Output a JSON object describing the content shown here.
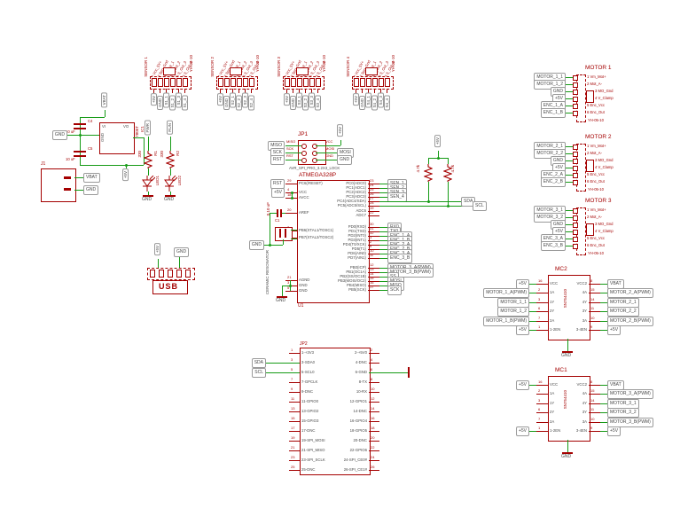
{
  "labels": {
    "gnd": "GND"
  },
  "sensors": [
    {
      "title": "SENSOR 1",
      "part": "YH-05-10",
      "pins": [
        "1 Vcc_5V+",
        "2 Sen_Gnd",
        "3 S_Out_1",
        "4 S_Out_2",
        "5 S_Out_3",
        "6 S_Out_4"
      ],
      "flags": [
        "+5V",
        "GND",
        "S1_1",
        "S1_2",
        "S1_3",
        "S1_4"
      ]
    },
    {
      "title": "SENSOR 2",
      "part": "YH-05-10",
      "pins": [
        "1 Vcc_5V+",
        "2 Sen_Gnd",
        "3 S_Out_1",
        "4 S_Out_2",
        "5 S_Out_3",
        "6 S_Out_4"
      ],
      "flags": [
        "+5V",
        "GND",
        "S2_1",
        "S2_2",
        "S2_3",
        "S2_4"
      ]
    },
    {
      "title": "SENSOR 3",
      "part": "YH-05-10",
      "pins": [
        "1 Vcc_5V+",
        "2 Sen_Gnd",
        "3 S_Out_1",
        "4 S_Out_2",
        "5 S_Out_3",
        "6 S_Out_4"
      ],
      "flags": [
        "+5V",
        "GND",
        "S3_1",
        "S3_2",
        "S3_3",
        "S3_4"
      ]
    },
    {
      "title": "SENSOR 4",
      "part": "YH-05-10",
      "pins": [
        "1 Vcc_5V+",
        "2 Sen_Gnd",
        "3 S_Out_1",
        "4 S_Out_2",
        "5 S_Out_3",
        "6 S_Out_4"
      ],
      "flags": [
        "+5V",
        "GND",
        "S4_1",
        "S4_2",
        "S4_3",
        "S4_4"
      ]
    }
  ],
  "motors": [
    {
      "title": "MOTOR 1",
      "part": "YH-05-10",
      "pins": [
        "1 Vm_Mot+",
        "2 Mot_A-",
        "3 MO_Gnd",
        "4 V_Clamp",
        "5 Enc_Vcc",
        "6 Enc_Out"
      ],
      "flags": [
        "MOTOR_1_1",
        "MOTOR_1_2",
        "GND",
        "+5V",
        "ENC_1_A",
        "ENC_1_B"
      ]
    },
    {
      "title": "MOTOR 2",
      "part": "YH-05-10",
      "pins": [
        "1 Vm_Mot+",
        "2 Mot_A-",
        "3 MO_Gnd",
        "4 V_Clamp",
        "5 Enc_Vcc",
        "6 Enc_Out"
      ],
      "flags": [
        "MOTOR_2_1",
        "MOTOR_2_2",
        "GND",
        "+5V",
        "ENC_2_A",
        "ENC_2_B"
      ]
    },
    {
      "title": "MOTOR 3",
      "part": "YH-05-10",
      "pins": [
        "1 Vm_Mot+",
        "2 Mot_A-",
        "3 MO_Gnd",
        "4 V_Clamp",
        "5 Enc_Vcc",
        "6 Enc_Out"
      ],
      "flags": [
        "MOTOR_3_1",
        "MOTOR_3_2",
        "GND",
        "+5V",
        "ENC_3_A",
        "ENC_3_B"
      ]
    }
  ],
  "battery": {
    "name": "J1",
    "flags": [
      "VBAT",
      "GND"
    ]
  },
  "regulator": {
    "name": "IC1",
    "value": "7805T",
    "pin_in": "VI",
    "pin_out": "VO",
    "pin_gnd": "GND",
    "flag_top": "VBAT",
    "flag_gnd": "GND",
    "flag_out": "+5V",
    "caps": [
      {
        "name": "C4",
        "value": "10 uF"
      },
      {
        "name": "C5",
        "value": "10 uF"
      }
    ]
  },
  "leds": [
    {
      "flag": "PWR",
      "r_name": "R1",
      "r_value": "330",
      "name": "LED1"
    },
    {
      "flag": "RUN",
      "r_name": "R2",
      "r_value": "330",
      "name": "LED2"
    }
  ],
  "usb": {
    "label": "USB",
    "flag_top": "+5V",
    "flag_gnd": "GND"
  },
  "spi": {
    "name": "JP1",
    "caption": "AVR_SPI_PRG_3.2X3_LOCK",
    "left_pins": [
      "MISO",
      "SCK",
      "RST"
    ],
    "left_flags": [
      "MISO",
      "SCK",
      "RST"
    ],
    "right_pins": [
      "VCC",
      "MOSI",
      "GND"
    ],
    "right_flag_top": "+5V",
    "right_flags": [
      "MOSI",
      "GND"
    ]
  },
  "mcu": {
    "name": "U1",
    "title": "ATMEGA328P",
    "resonator": "CERAMIC RESONATOR",
    "cap": {
      "name": "C1",
      "value": "0.10 uF"
    },
    "left_nums": [
      "29",
      "4",
      "18",
      "20",
      "7",
      "8",
      "21",
      "3",
      "5"
    ],
    "left_pins": [
      "PC6(/RESET)",
      "VCC",
      "AVCC",
      "AREF",
      "PB6(XTAL1/TOSC1)",
      "PB7(XTAL2/TOSC2)",
      "AGND",
      "GND",
      "GND"
    ],
    "left_flags": [
      "RST",
      "+5V",
      "",
      "",
      "",
      "",
      "",
      "",
      ""
    ],
    "right_nums": [
      "23",
      "24",
      "25",
      "26",
      "27",
      "28",
      "19",
      "22",
      "30",
      "31",
      "32",
      "1",
      "2",
      "9",
      "10",
      "11",
      "12",
      "13",
      "14",
      "15",
      "16",
      "17"
    ],
    "right_pins": [
      "PC0(ADC0)",
      "PC1(ADC1)",
      "PC2(ADC2)",
      "PC3(ADC3)",
      "PC4(ADC4/SDA)",
      "PC5(ADC5/SCL)",
      "ADC6",
      "ADC7",
      "PD0(RXD)",
      "PD1(TXD)",
      "PD2(INT0)",
      "PD3(INT1)",
      "PD4(T0/XCK)",
      "PD5(T1)",
      "PD6(AIN0)",
      "PD7(AIN1)",
      "PB0(ICP)",
      "PB1(OC1A)",
      "PB2(SS/OC1B)",
      "PB3(MOSI/OC2)",
      "PB4(MISO)",
      "PB5(SCK)"
    ],
    "right_flags": [
      "SEN_1",
      "SEN_2",
      "SEN_3",
      "SEN_4",
      "",
      "",
      "",
      "",
      "RX0",
      "TX0",
      "ENC_1_A",
      "ENC_1_B",
      "ENC_2_A",
      "ENC_2_B",
      "ENC_3_A",
      "ENC_3_B",
      "MOTOR_3_A(PWM)",
      "MOTOR_3_B(PWM)",
      "SS",
      "MOSI",
      "MISO",
      "SCK"
    ]
  },
  "i2c": {
    "flag_top": "+5V",
    "r1_value": "4.7k",
    "r2_value": "4.7k",
    "sda": "SDA",
    "scl": "SCL"
  },
  "rpi": {
    "name": "JP2",
    "left_nums": [
      "1",
      "3",
      "5",
      "7",
      "9",
      "11",
      "13",
      "15",
      "17",
      "19",
      "21",
      "23",
      "25"
    ],
    "left_pins": [
      "1-+3V3",
      "3-SDA0",
      "5-SCL0",
      "7-GPCLK",
      "9-DNC",
      "11-GPIO0",
      "13-GPIO2",
      "15-GPIO3",
      "17-DNC",
      "19-SPI_MOSI",
      "21-SPI_MISO",
      "23-SPI_SCLK",
      "25-DNC"
    ],
    "right_nums": [
      "2",
      "4",
      "6",
      "8",
      "10",
      "12",
      "14",
      "16",
      "18",
      "20",
      "22",
      "24",
      "26"
    ],
    "right_pins": [
      "2-+5V0",
      "4-DNC",
      "6-GND",
      "8-TX",
      "10-RX",
      "12-GPIO1",
      "14-DNC",
      "16-GPIO4",
      "18-GPIO5",
      "20-DNC",
      "22-GPIO6",
      "24-SPI_CE0#",
      "26-SPI_CE1#"
    ],
    "flags": [
      "SDA",
      "SCL"
    ]
  },
  "drivers": [
    {
      "title": "MC2",
      "value": "SN754410",
      "left_pins": [
        "VCC",
        "1A",
        "1Y",
        "2Y",
        "2A",
        "1-2EN"
      ],
      "left_nums": [
        "16",
        "2",
        "3",
        "6",
        "7",
        "1"
      ],
      "right_pins": [
        "VCC2",
        "4A",
        "4Y",
        "3Y",
        "3A",
        "3-4EN"
      ],
      "right_nums": [
        "8",
        "15",
        "14",
        "11",
        "10",
        "9"
      ],
      "left_flags": [
        "+5V",
        "MOTOR_1_A(PWM)",
        "MOTOR_1_1",
        "MOTOR_1_2",
        "MOTOR_1_B(PWM)",
        "+5V"
      ],
      "right_flags": [
        "VBAT",
        "MOTOR_2_A(PWM)",
        "MOTOR_2_1",
        "MOTOR_2_2",
        "MOTOR_2_B(PWM)",
        "+5V"
      ]
    },
    {
      "title": "MC1",
      "value": "SN754410",
      "left_pins": [
        "VCC",
        "1A",
        "1Y",
        "2Y",
        "2A",
        "1-2EN"
      ],
      "left_nums": [
        "16",
        "2",
        "3",
        "6",
        "7",
        "1"
      ],
      "right_pins": [
        "VCC2",
        "4A",
        "4Y",
        "3Y",
        "3A",
        "3-4EN"
      ],
      "right_nums": [
        "8",
        "15",
        "14",
        "11",
        "10",
        "9"
      ],
      "left_flags": [
        "+5V",
        null,
        null,
        null,
        null,
        "+5V"
      ],
      "right_flags": [
        "VBAT",
        "MOTOR_3_A(PWM)",
        "MOTOR_3_1",
        "MOTOR_3_2",
        "MOTOR_3_B(PWM)",
        "+5V"
      ]
    }
  ]
}
